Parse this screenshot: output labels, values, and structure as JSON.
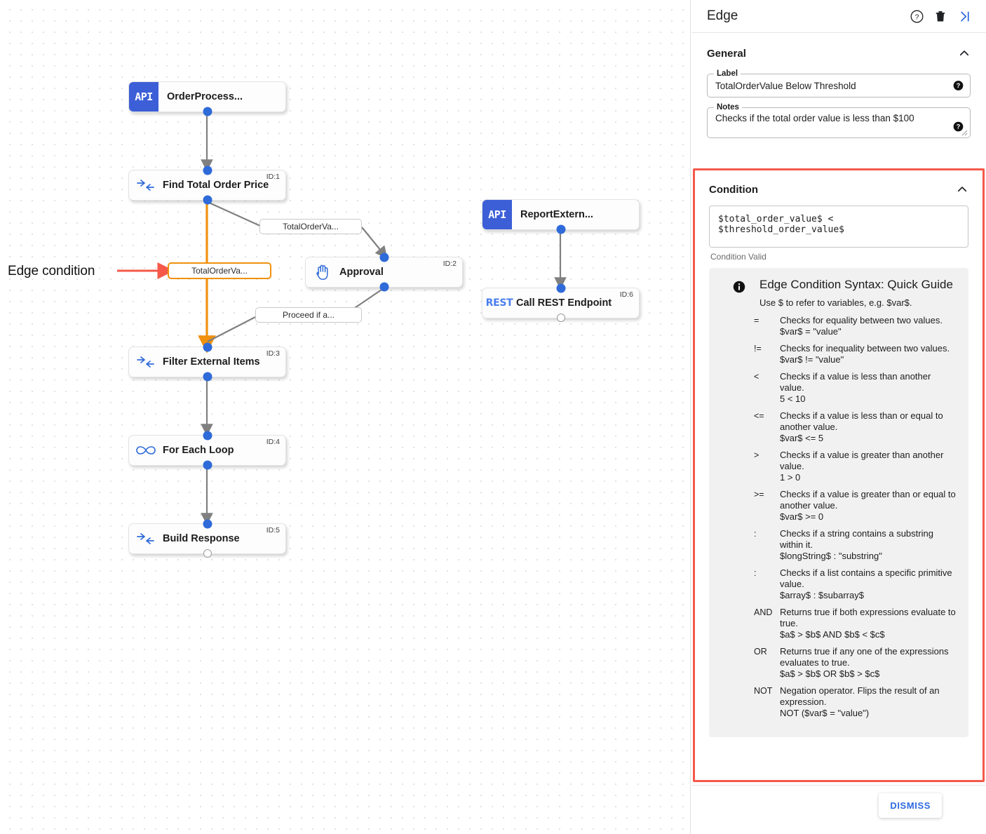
{
  "canvas": {
    "annotation": {
      "text": "Edge condition",
      "arrow_color": "#F4594A"
    },
    "nodes": [
      {
        "key": "order_process",
        "badge": "API",
        "title": "OrderProcess...",
        "id_label": "",
        "icon": "api-badge-icon"
      },
      {
        "key": "find_total_order_price",
        "badge": "",
        "title": "Find Total Order Price",
        "id_label": "ID:1",
        "icon": "map-data-icon"
      },
      {
        "key": "approval",
        "badge": "",
        "title": "Approval",
        "id_label": "ID:2",
        "icon": "hand-icon"
      },
      {
        "key": "report_extern",
        "badge": "API",
        "title": "ReportExtern...",
        "id_label": "",
        "icon": "api-badge-icon"
      },
      {
        "key": "call_rest_endpoint",
        "badge": "REST",
        "title": "Call REST Endpoint",
        "id_label": "ID:6",
        "icon": "rest-icon"
      },
      {
        "key": "filter_external_items",
        "badge": "",
        "title": "Filter External Items",
        "id_label": "ID:3",
        "icon": "map-data-icon"
      },
      {
        "key": "for_each_loop",
        "badge": "",
        "title": "For Each Loop",
        "id_label": "ID:4",
        "icon": "infinity-loop-icon"
      },
      {
        "key": "build_response",
        "badge": "",
        "title": "Build Response",
        "id_label": "ID:5",
        "icon": "map-data-icon"
      }
    ],
    "edge_labels": [
      {
        "key": "to_approval",
        "text": "TotalOrderVa...",
        "selected": false
      },
      {
        "key": "selected_edge",
        "text": "TotalOrderVa...",
        "selected": true
      },
      {
        "key": "proceed",
        "text": "Proceed if a...",
        "selected": false
      }
    ],
    "colors": {
      "selected_edge": "#F0910E",
      "wire": "#808080",
      "port": "#2f6ad9"
    }
  },
  "panel": {
    "header": {
      "title": "Edge",
      "icons": [
        {
          "name": "help-icon",
          "glyph": "?"
        },
        {
          "name": "delete-icon",
          "glyph": "trash"
        },
        {
          "name": "collapse-panel-icon",
          "glyph": ">|"
        }
      ]
    },
    "general": {
      "title": "General",
      "collapse_state": "expanded",
      "label_field": {
        "label": "Label",
        "value": "TotalOrderValue Below Threshold"
      },
      "notes_field": {
        "label": "Notes",
        "value": "Checks if the total order value is less than $100"
      }
    },
    "condition": {
      "title": "Condition",
      "collapse_state": "expanded",
      "expression": "$total_order_value$ < $threshold_order_value$",
      "status": "Condition Valid",
      "highlight_color": "#F4594A",
      "guide": {
        "title": "Edge Condition Syntax: Quick Guide",
        "subtitle": "Use $ to refer to variables, e.g. $var$.",
        "operators": [
          {
            "symbol": "=",
            "description": "Checks for equality between two values.",
            "example": "$var$ = \"value\""
          },
          {
            "symbol": "!=",
            "description": "Checks for inequality between two values.",
            "example": "$var$ != \"value\""
          },
          {
            "symbol": "<",
            "description": "Checks if a value is less than another value.",
            "example": "5 < 10"
          },
          {
            "symbol": "<=",
            "description": "Checks if a value is less than or equal to another value.",
            "example": "$var$ <= 5"
          },
          {
            "symbol": ">",
            "description": "Checks if a value is greater than another value.",
            "example": "1 > 0"
          },
          {
            "symbol": ">=",
            "description": "Checks if a value is greater than or equal to another value.",
            "example": "$var$ >= 0"
          },
          {
            "symbol": ":",
            "description": "Checks if a string contains a substring within it.",
            "example": "$longString$ : \"substring\""
          },
          {
            "symbol": ":",
            "description": "Checks if a list contains a specific primitive value.",
            "example": "$array$ : $subarray$"
          },
          {
            "symbol": "AND",
            "description": "Returns true if both expressions evaluate to true.",
            "example": "$a$ > $b$ AND $b$ < $c$"
          },
          {
            "symbol": "OR",
            "description": "Returns true if any one of the expressions evaluates to true.",
            "example": "$a$ > $b$ OR $b$ > $c$"
          },
          {
            "symbol": "NOT",
            "description": "Negation operator. Flips the result of an expression.",
            "example": "NOT ($var$ = \"value\")"
          }
        ]
      }
    },
    "footer": {
      "dismiss_label": "DISMISS"
    }
  }
}
